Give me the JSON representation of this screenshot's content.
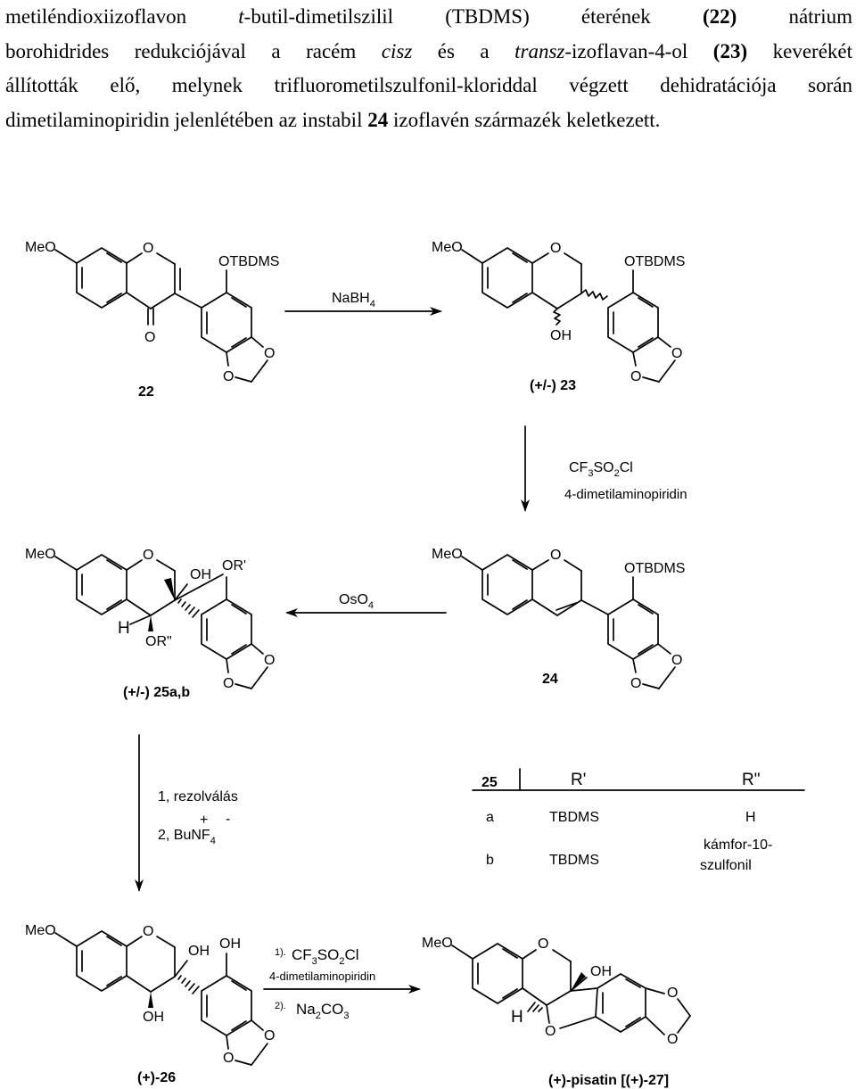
{
  "paragraph": {
    "l1_a": "metiléndioxiizoflavon ",
    "l1_b": "t",
    "l1_c": "-butil-dimetilszilil (TBDMS) éterének ",
    "l1_d": "(22)",
    "l1_e": " nátrium",
    "l2_a": "borohidrides redukciójával a racém ",
    "l2_b": "cisz",
    "l2_c": " és a ",
    "l2_d": "transz",
    "l2_e": "-izoflavan-4-ol ",
    "l2_f": "(23)",
    "l2_g": " keverékét",
    "l3": "állították elő, melynek trifluorometilszulfonil-kloriddal végzett dehidratációja során",
    "l4_a": "dimetilaminopiridin jelenlétében az instabil ",
    "l4_b": "24",
    "l4_c": " izoflavén származék keletkezett."
  },
  "atoms": {
    "meo": "MeO",
    "o": "O",
    "otbdms": "OTBDMS",
    "oh": "OH",
    "h": "H",
    "or1": "OR'",
    "or2": "OR\""
  },
  "compounds": {
    "c22": "22",
    "c23": "(+/-) 23",
    "c24": "24",
    "c25": "(+/-) 25a,b",
    "c26": "(+)-26",
    "c27": "(+)-pisatin [(+)-27]"
  },
  "reagents": {
    "nabh_main": "NaBH",
    "nabh_sub": "4",
    "cf3_a": "CF",
    "cf3_b": "3",
    "cf3_c": "SO",
    "cf3_d": "2",
    "cf3_e": "Cl",
    "dmap": "4-dimetilaminopiridin",
    "oso_main": "OsO",
    "oso_sub": "4",
    "step1": "1, rezolválás",
    "step2_a": "2, BuNF",
    "step2_b": "4",
    "plus": "+",
    "minus": "-",
    "final1_prefix": "1).",
    "final2_prefix": "2).",
    "na2_a": "Na",
    "na2_b": "2",
    "na2_c": "CO",
    "na2_d": "3"
  },
  "table": {
    "header": [
      "25",
      "R'",
      "R\""
    ],
    "rows": [
      {
        "key": "a",
        "r1": "TBDMS",
        "r2": "H"
      },
      {
        "key": "b",
        "r1": "TBDMS",
        "r2_line1": "kámfor-10-",
        "r2_line2": "szulfonil"
      }
    ]
  }
}
